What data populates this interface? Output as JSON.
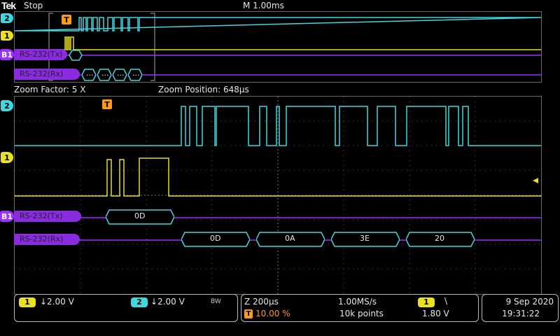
{
  "header": {
    "logo": "Tek",
    "run_state": "Stop",
    "timebase": "M 1.00ms"
  },
  "zoom": {
    "factor_label": "Zoom Factor: 5 X",
    "position_label": "Zoom Position: 648µs"
  },
  "channels": {
    "ch1_marker": "1",
    "ch2_marker": "2",
    "bus_marker": "B1",
    "trigger_marker": "T"
  },
  "buses": {
    "tx_label": "RS-232(Tx)",
    "rx_label": "RS-232(Rx)",
    "overview_rx_packets": [
      "...",
      "...",
      "...",
      "..."
    ],
    "tx_packets": [
      "0D"
    ],
    "rx_packets": [
      "0D",
      "0A",
      "3E",
      "20"
    ]
  },
  "status": {
    "ch1_label": "1",
    "ch1_scale": "↓2.00 V",
    "ch2_label": "2",
    "ch2_scale": "↓2.00 V",
    "bw_label": "BW",
    "zoom_scale": "Z 200µs",
    "sample_rate": "1.00MS/s",
    "trigger_src": "1",
    "trigger_slope": "\\",
    "trigger_pos": "10.00 %",
    "record_length": "10k points",
    "trigger_level": "1.80 V",
    "date": "9 Sep 2020",
    "time": "19:31:22"
  },
  "colors": {
    "ch1": "#e8e020",
    "ch2": "#40d8e0",
    "bus": "#9b30ff",
    "trigger": "#ff9a1a",
    "grid": "#555555"
  }
}
